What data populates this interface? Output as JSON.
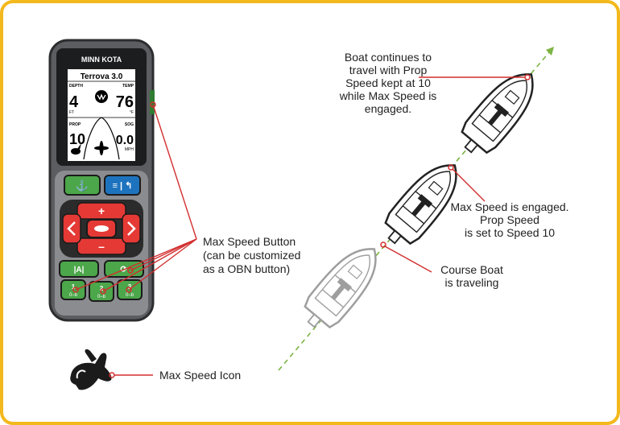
{
  "colors": {
    "frame": "#F3B81C",
    "green": "#4CA64A",
    "red": "#E53935",
    "blue": "#1E73BE",
    "leader": "#D32F2F",
    "path": "#7CB342"
  },
  "remote": {
    "brand": "MINN KOTA",
    "title": "Terrova 3.0",
    "depth_label": "DEPTH",
    "depth_value": "4",
    "depth_unit": "FT",
    "temp_label": "TEMP",
    "temp_value": "76",
    "temp_unit": "°F",
    "prop_label": "PROP",
    "prop_value": "10",
    "sog_label": "SOG",
    "sog_value": "0.0",
    "sog_unit": "MPH",
    "btn_1": "1",
    "btn_2": "2",
    "btn_3": "3",
    "btn_sub": "0–b",
    "icons": [
      "anchor-icon",
      "menu-back-icon",
      "plus-icon",
      "minus-icon",
      "left-arrow-icon",
      "right-arrow-icon",
      "propeller-icon",
      "rabbit-icon"
    ]
  },
  "callouts": {
    "max_speed_button": [
      "Max Speed Button",
      "(can be customized",
      "as a OBN button)"
    ],
    "max_speed_icon": "Max Speed Icon",
    "continues": [
      "Boat continues to",
      "travel with Prop",
      "Speed kept at 10",
      "while Max Speed is",
      "engaged."
    ],
    "engaged": [
      "Max Speed is engaged.",
      "Prop Speed",
      "is set to Speed 10"
    ],
    "course": [
      "Course Boat",
      "is traveling"
    ]
  }
}
